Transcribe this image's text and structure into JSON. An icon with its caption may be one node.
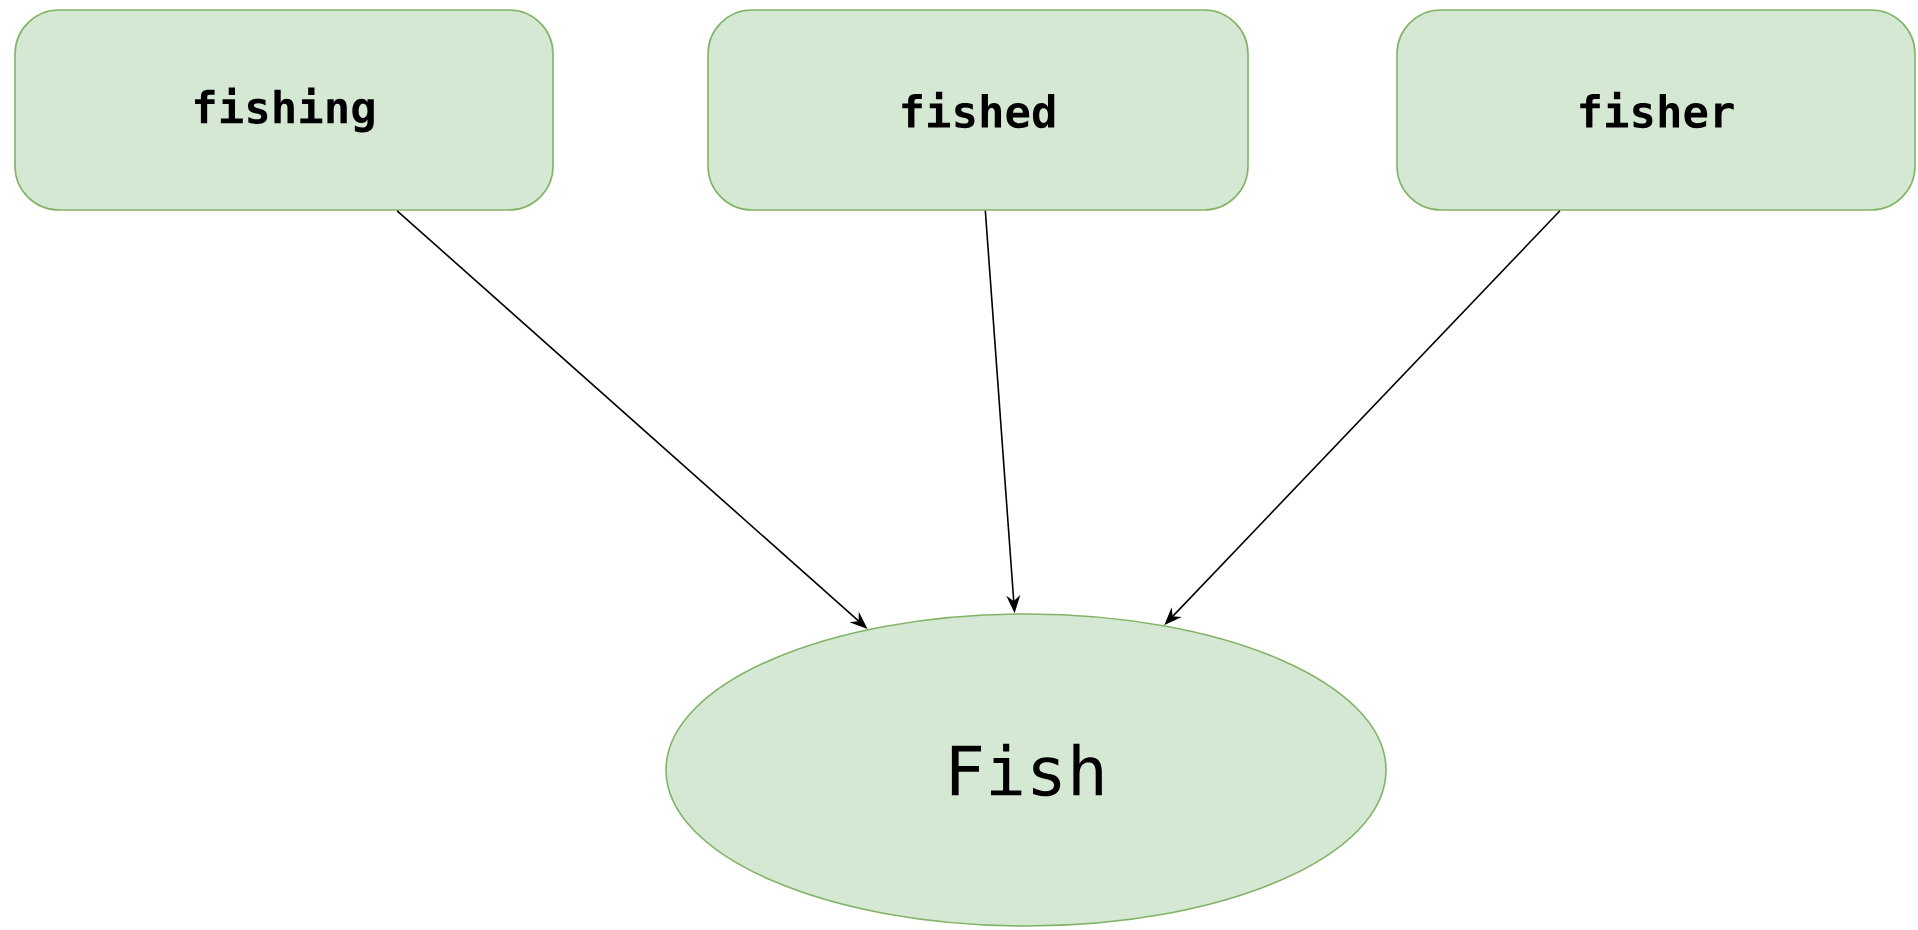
{
  "diagram": {
    "nodes": [
      {
        "text": [
          "fishing"
        ]
      },
      {
        "text": [
          "fished"
        ]
      },
      {
        "text": [
          "fisher"
        ]
      },
      {
        "text": [
          "Fish"
        ]
      }
    ],
    "edges": [
      {
        "from": 0,
        "to": 3,
        "arrow": "to"
      },
      {
        "from": 1,
        "to": 3,
        "arrow": "to"
      },
      {
        "from": 2,
        "to": 3,
        "arrow": "to"
      }
    ]
  }
}
